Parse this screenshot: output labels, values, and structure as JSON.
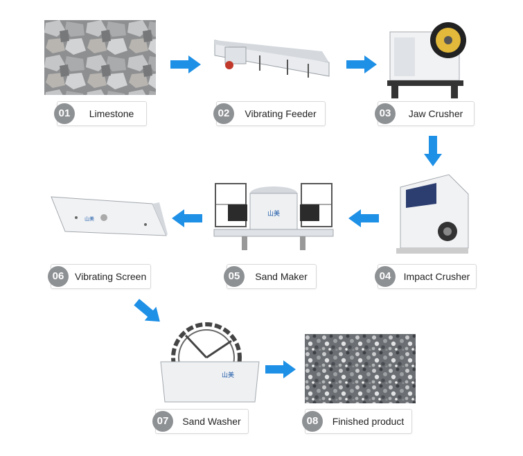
{
  "colors": {
    "arrow": "#1e90e6",
    "badge": "#8e9194",
    "machine": "#eef0f2"
  },
  "steps": [
    {
      "num": "01",
      "label": "Limestone",
      "icon": "limestone-rocks-image"
    },
    {
      "num": "02",
      "label": "Vibrating Feeder",
      "icon": "vibrating-feeder-image"
    },
    {
      "num": "03",
      "label": "Jaw Crusher",
      "icon": "jaw-crusher-image"
    },
    {
      "num": "04",
      "label": "Impact Crusher",
      "icon": "impact-crusher-image"
    },
    {
      "num": "05",
      "label": "Sand Maker",
      "icon": "sand-maker-image"
    },
    {
      "num": "06",
      "label": "Vibrating Screen",
      "icon": "vibrating-screen-image"
    },
    {
      "num": "07",
      "label": "Sand Washer",
      "icon": "sand-washer-image"
    },
    {
      "num": "08",
      "label": "Finished product",
      "icon": "finished-product-gravel-image"
    }
  ],
  "brand_mark": "山美",
  "flow": [
    "01→02",
    "02→03",
    "03→04",
    "04→05",
    "05→06",
    "06→07",
    "07→08"
  ]
}
